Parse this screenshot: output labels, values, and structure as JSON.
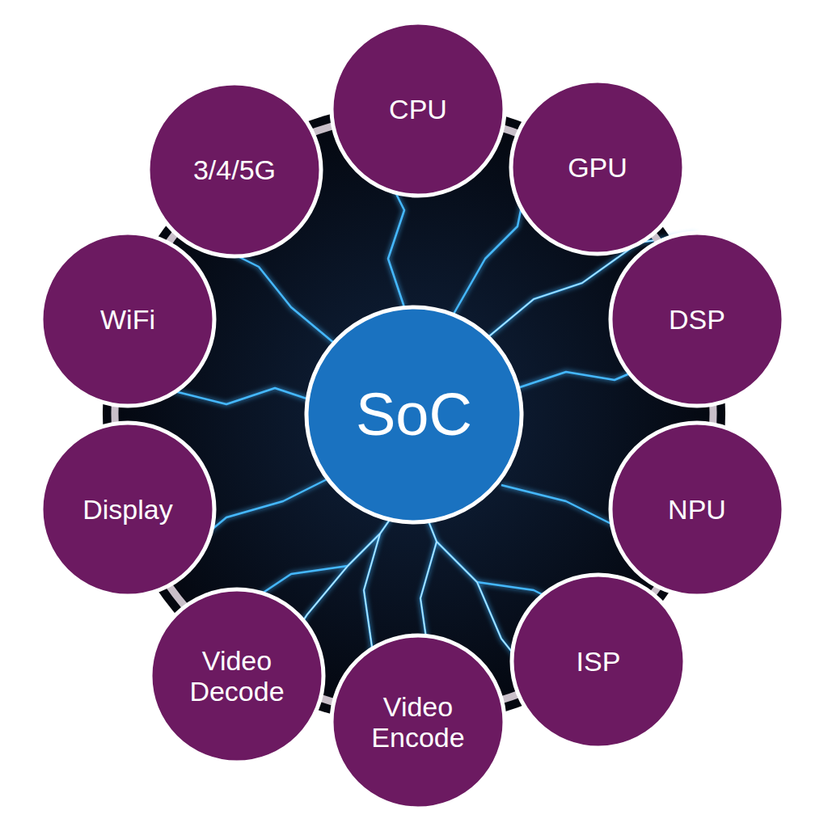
{
  "diagram": {
    "nodes": [
      {
        "text": [
          "CPU"
        ]
      },
      {
        "text": [
          "GPU"
        ]
      },
      {
        "text": [
          "DSP"
        ]
      },
      {
        "text": [
          "NPU"
        ]
      },
      {
        "text": [
          "ISP"
        ]
      },
      {
        "text": [
          "Video Encode"
        ]
      },
      {
        "text": [
          "Video Decode"
        ]
      },
      {
        "text": [
          "Display"
        ]
      },
      {
        "text": [
          "WiFi"
        ]
      },
      {
        "text": [
          "3/4/5G"
        ]
      },
      {
        "text": [
          "SoC"
        ]
      }
    ]
  }
}
